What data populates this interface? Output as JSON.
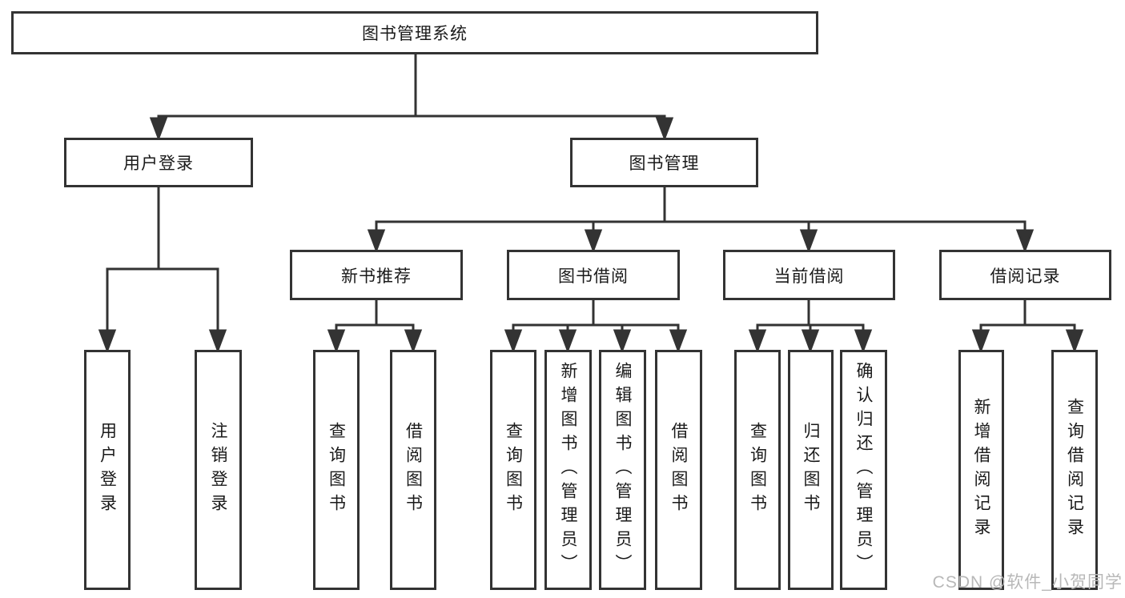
{
  "tree": {
    "root": {
      "label": "图书管理系统",
      "children": [
        {
          "label": "用户登录",
          "children": [
            {
              "label": "用户登录"
            },
            {
              "label": "注销登录"
            }
          ]
        },
        {
          "label": "图书管理",
          "children": [
            {
              "label": "新书推荐",
              "children": [
                {
                  "label": "查询图书"
                },
                {
                  "label": "借阅图书"
                }
              ]
            },
            {
              "label": "图书借阅",
              "children": [
                {
                  "label": "查询图书"
                },
                {
                  "label": "新增图书（管理员）"
                },
                {
                  "label": "编辑图书（管理员）"
                },
                {
                  "label": "借阅图书"
                }
              ]
            },
            {
              "label": "当前借阅",
              "children": [
                {
                  "label": "查询图书"
                },
                {
                  "label": "归还图书"
                },
                {
                  "label": "确认归还（管理员）"
                }
              ]
            },
            {
              "label": "借阅记录",
              "children": [
                {
                  "label": "新增借阅记录"
                },
                {
                  "label": "查询借阅记录"
                }
              ]
            }
          ]
        }
      ]
    }
  },
  "watermark": {
    "text": "CSDN @软件_小贺同学"
  },
  "colors": {
    "line": "#333333",
    "box_border": "#333333",
    "text": "#1a1a1a",
    "watermark": "#b8b8b8",
    "background": "#ffffff"
  }
}
